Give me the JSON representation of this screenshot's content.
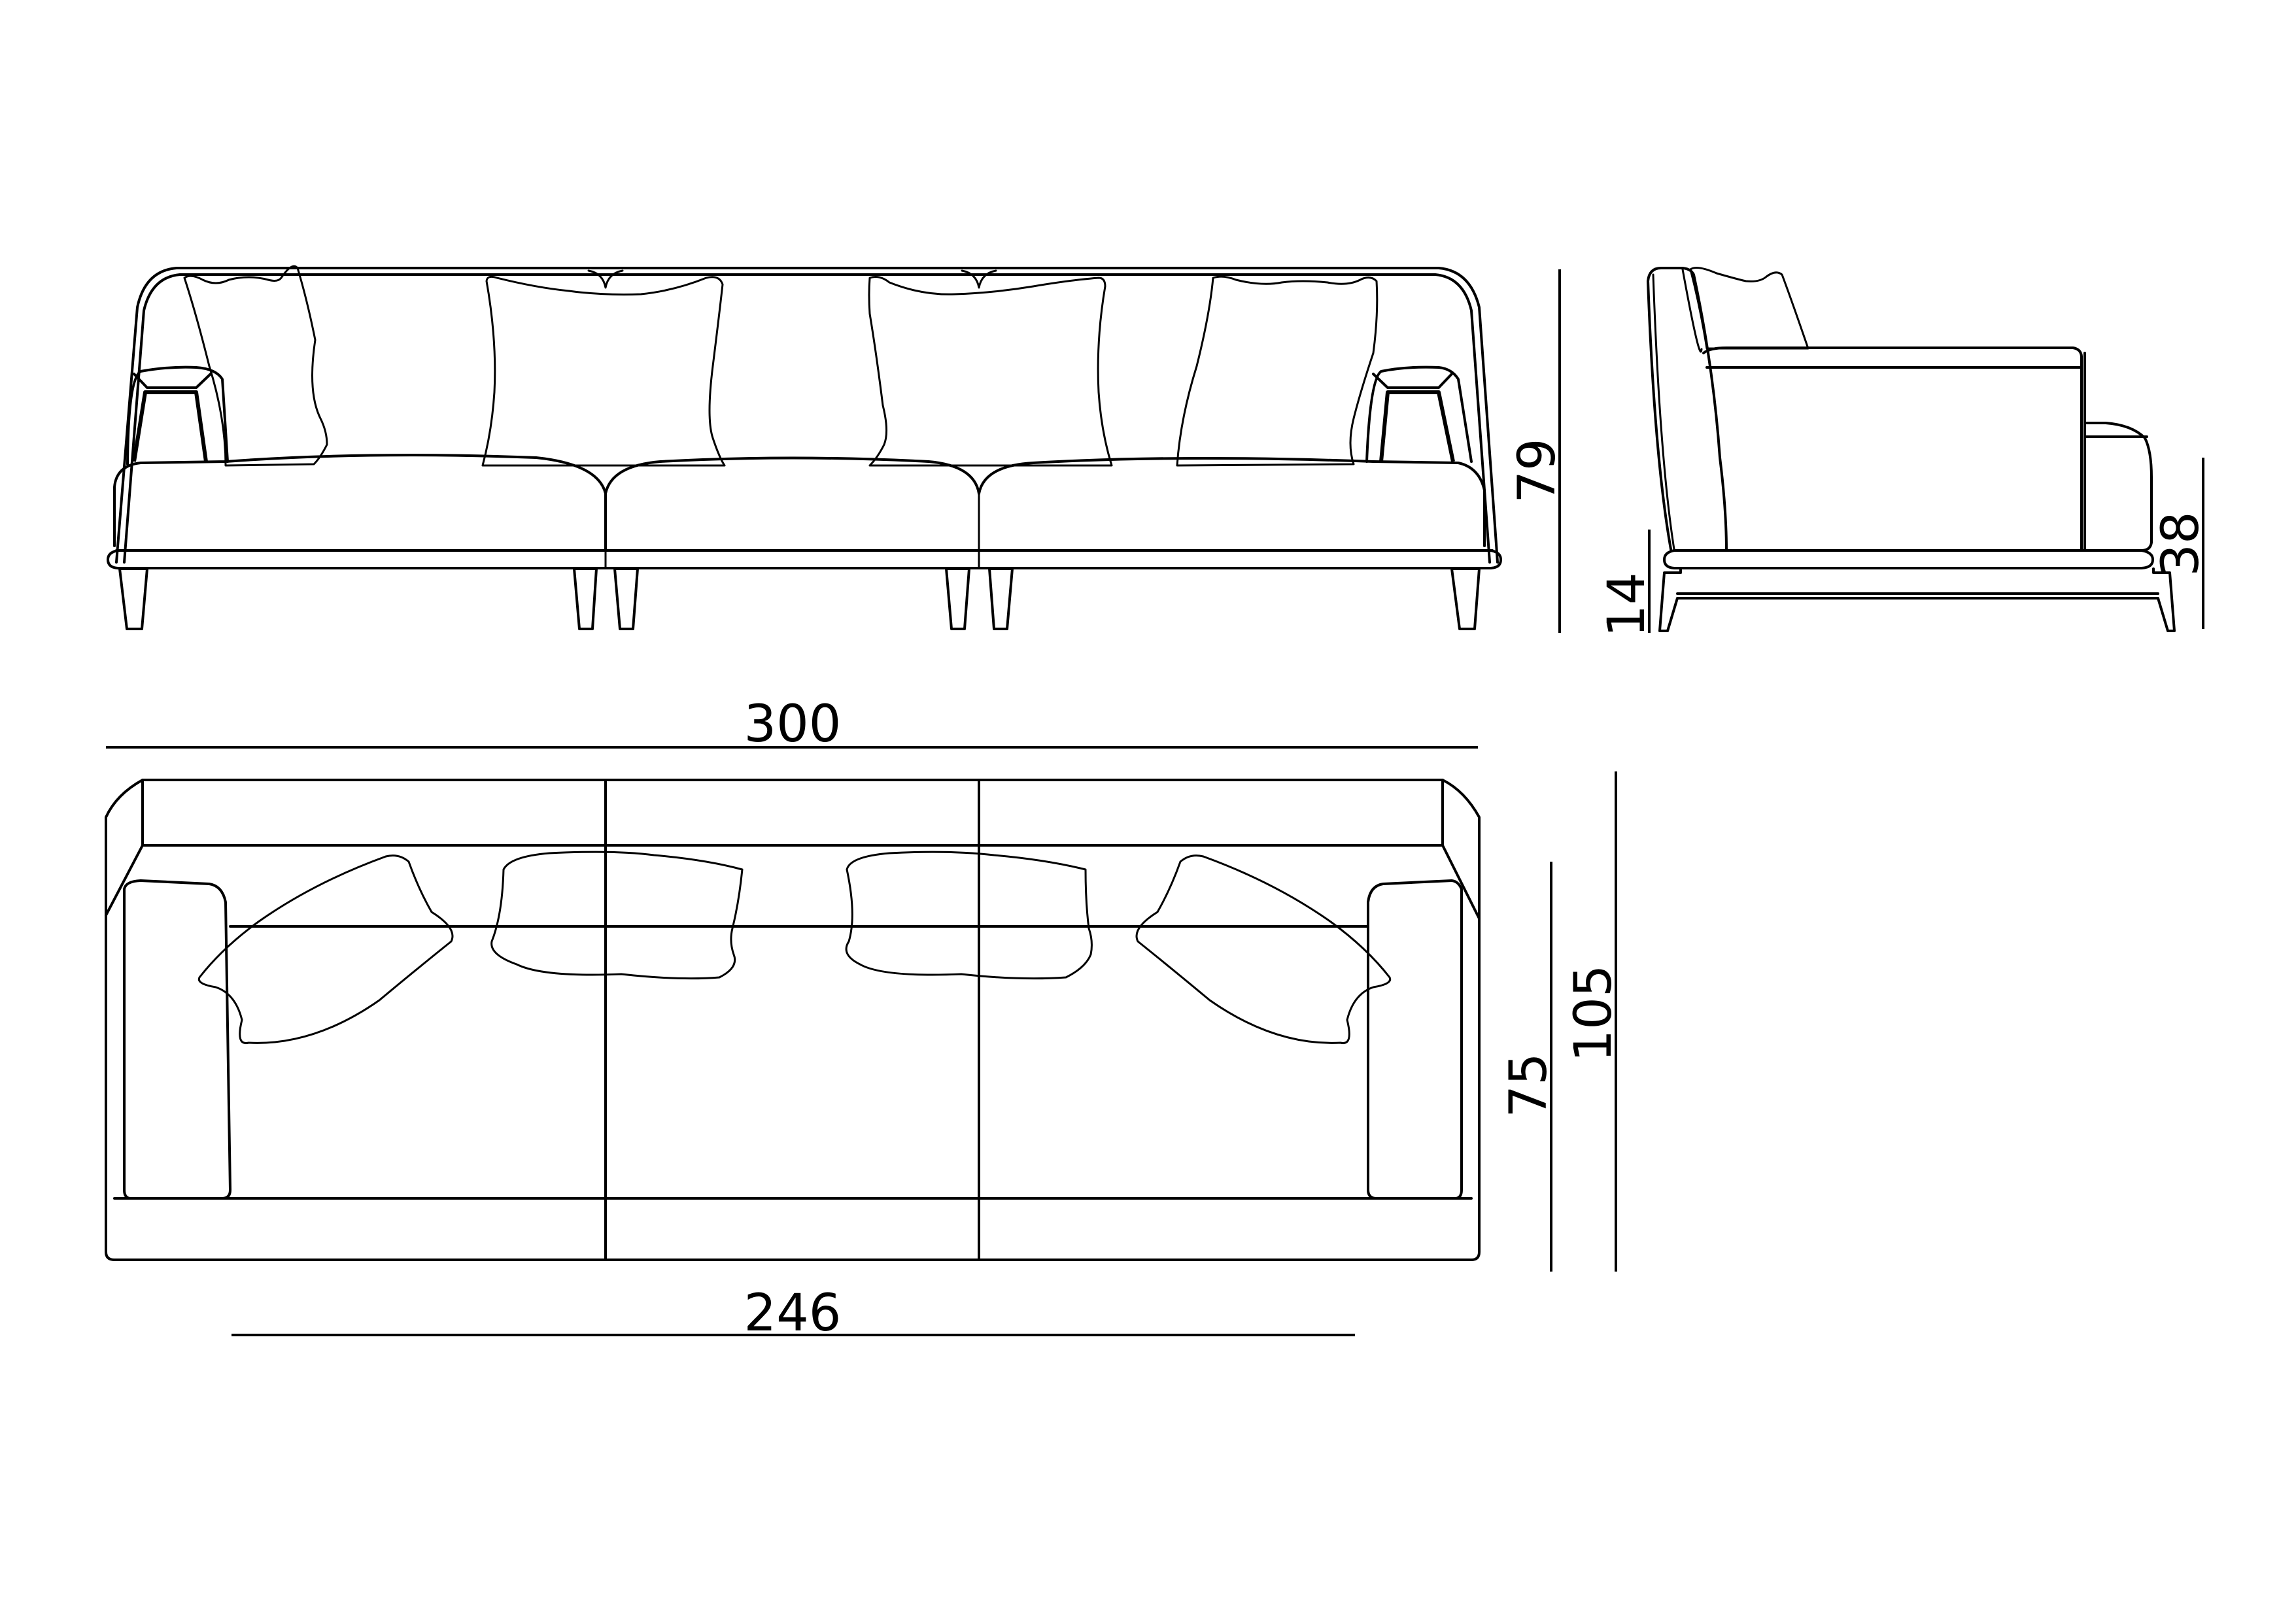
{
  "drawing": {
    "subject": "three-seat modular sofa technical drawing",
    "line_color": "#000000",
    "background": "#ffffff",
    "views": {
      "front": {
        "label": "front elevation",
        "seats": 3,
        "back_cushions": 4,
        "legs": 6
      },
      "side": {
        "label": "side elevation"
      },
      "plan": {
        "label": "top plan view",
        "seats": 3,
        "pillows": 4
      }
    }
  },
  "dimensions": {
    "overall_height": {
      "value": "79",
      "orientation": "vertical"
    },
    "leg_height": {
      "value": "14",
      "orientation": "vertical"
    },
    "seat_height": {
      "value": "38",
      "orientation": "vertical"
    },
    "overall_width": {
      "value": "300",
      "orientation": "horizontal"
    },
    "seat_width": {
      "value": "246",
      "orientation": "horizontal"
    },
    "seat_depth": {
      "value": "75",
      "orientation": "vertical"
    },
    "overall_depth": {
      "value": "105",
      "orientation": "vertical"
    }
  }
}
